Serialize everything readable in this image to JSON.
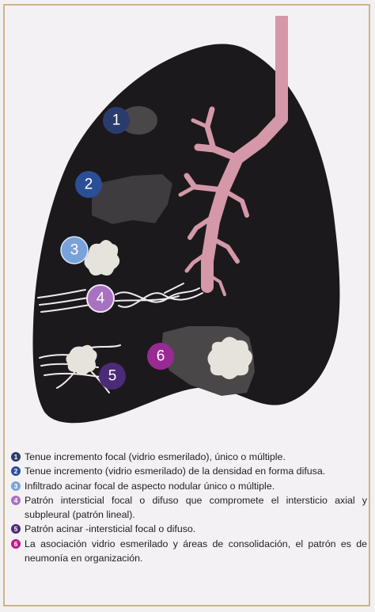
{
  "colors": {
    "lung": "#1c191c",
    "opacity_gray": "#4a4749",
    "trachea": "#d498a8",
    "nodule": "#e6e2dc",
    "border": "#c9b68c"
  },
  "markers": [
    {
      "number": "1",
      "color": "#2a3b6e"
    },
    {
      "number": "2",
      "color": "#2b4f97"
    },
    {
      "number": "3",
      "color": "#7aa2da"
    },
    {
      "number": "4",
      "color": "#a872c0"
    },
    {
      "number": "5",
      "color": "#4b2a78"
    },
    {
      "number": "6",
      "color": "#9a2a93"
    }
  ],
  "legend": [
    {
      "number": "1",
      "color": "#2a3b6e",
      "text": "Tenue incremento focal (vidrio esmerilado), único o múltiple."
    },
    {
      "number": "2",
      "color": "#2b4f97",
      "text": "Tenue incremento (vidrio esmerilado) de la densidad en forma difusa."
    },
    {
      "number": "3",
      "color": "#7aa2da",
      "text": "Infiltrado acinar focal de aspecto nodular único o múltiple."
    },
    {
      "number": "4",
      "color": "#a872c0",
      "text": "Patrón intersticial focal o difuso que compromete el intersticio axial y subpleural (patrón lineal)."
    },
    {
      "number": "5",
      "color": "#4b2a78",
      "text": "Patrón acinar -intersticial focal o difuso."
    },
    {
      "number": "6",
      "color": "#c0198e",
      "text": "La asociación vidrio esmerilado y áreas de consolidación, el patrón es de neumonía en organización."
    }
  ]
}
